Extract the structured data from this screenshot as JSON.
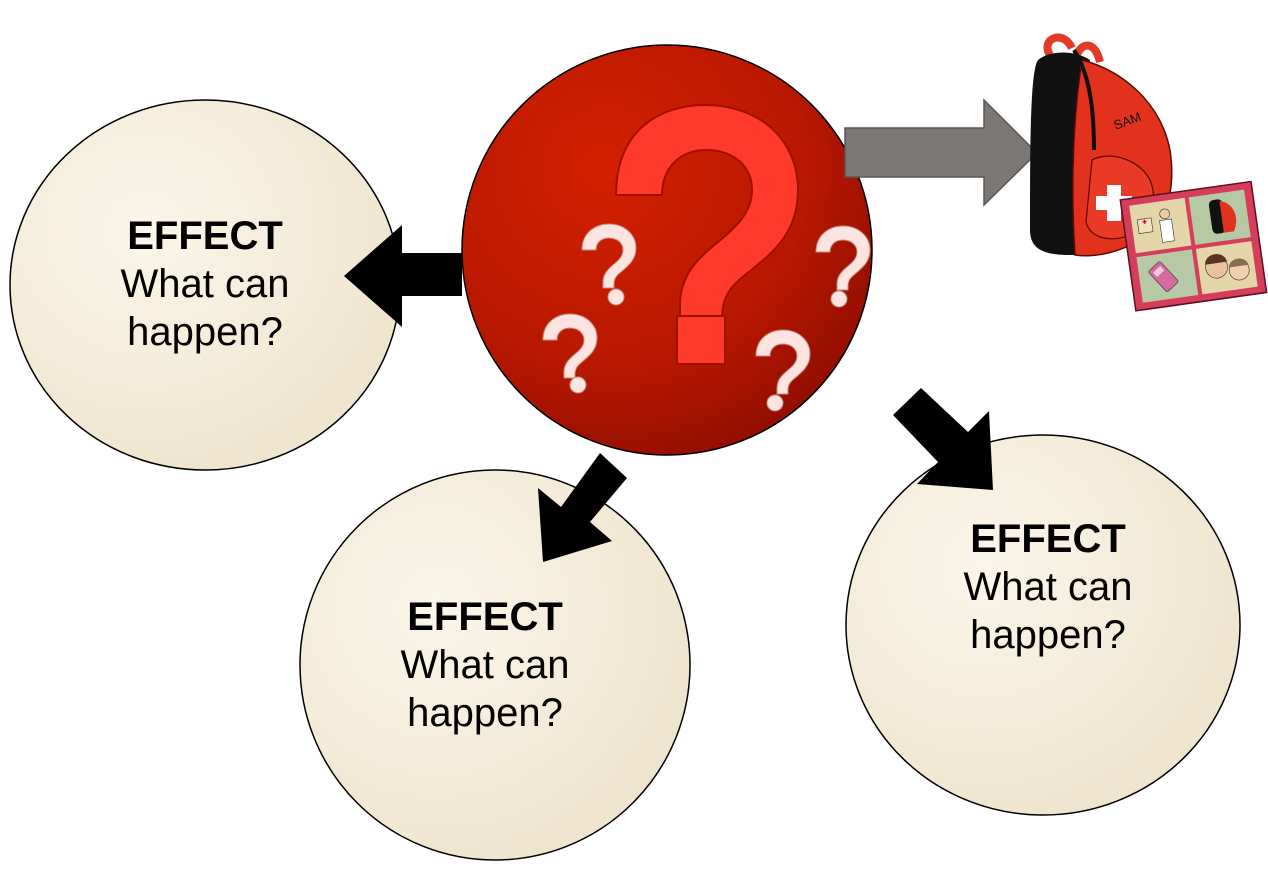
{
  "effects": [
    {
      "title": "EFFECT",
      "question": "What can happen?",
      "line1": "What can",
      "line2": "happen?"
    },
    {
      "title": "EFFECT",
      "question": "What can happen?",
      "line1": "What can",
      "line2": "happen?"
    },
    {
      "title": "EFFECT",
      "question": "What can happen?",
      "line1": "What can",
      "line2": "happen?"
    }
  ],
  "central": {
    "icon": "question-mark-icon",
    "small_icons": [
      "question-mark-icon",
      "question-mark-icon",
      "question-mark-icon",
      "question-mark-icon"
    ],
    "fill": "#c01a00"
  },
  "backpack": {
    "label": "SAM",
    "icon": "first-aid-backpack-icon"
  },
  "colors": {
    "bubble": "#f3ead6",
    "arrow": "#000000",
    "gray_arrow": "#7a7775",
    "red": "#d42000"
  }
}
